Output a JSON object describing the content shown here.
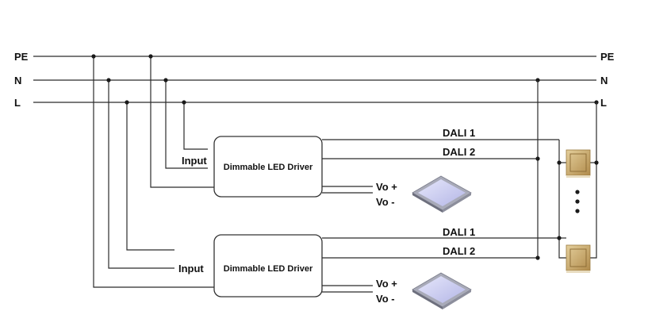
{
  "lines": {
    "pe": "PE",
    "n": "N",
    "l": "L"
  },
  "drivers": [
    {
      "name": "Dimmable LED Driver",
      "input_label": "Input",
      "dali1": "DALI 1",
      "dali2": "DALI 2",
      "vo_plus": "Vo +",
      "vo_minus": "Vo -"
    },
    {
      "name": "Dimmable LED Driver",
      "input_label": "Input",
      "dali1": "DALI 1",
      "dali2": "DALI 2",
      "vo_plus": "Vo +",
      "vo_minus": "Vo -"
    }
  ],
  "colors": {
    "wire": "#2b2b2b",
    "switch_gold": "#c9a86a",
    "panel_light": "#c7c9ef"
  },
  "icons": [
    "led-panel-icon",
    "dali-switch-icon",
    "ellipsis-dots"
  ]
}
